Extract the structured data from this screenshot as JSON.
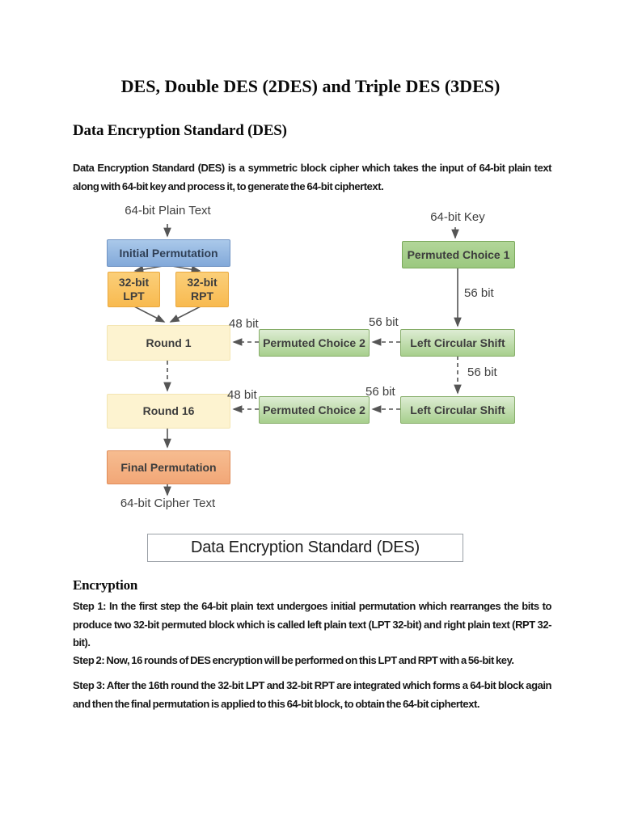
{
  "colors": {
    "page_background": "#ffffff",
    "blue_fill": "#8fb2e0",
    "blue_border": "#7093c3",
    "amber_fill": "#f9c163",
    "amber_border": "#eaa83e",
    "pale_yellow_fill": "#fdf3d0",
    "pale_yellow_border": "#f3e5b2",
    "green_fill": "#aed292",
    "green_border": "#86ad69",
    "salmon_fill": "#f4b183",
    "salmon_border": "#e08d5a",
    "arrow": "#555555",
    "text": "#171717"
  },
  "document": {
    "title": "DES, Double DES (2DES) and Triple DES (3DES)",
    "des_section": {
      "heading": "Data Encryption Standard (DES)",
      "intro_lead": "Data Encryption Standard (DES)",
      "intro_rest": " is a symmetric block cipher which takes the input of 64-bit plain text along with 64-bit key and process it, to generate the 64-bit ciphertext."
    },
    "encryption_section": {
      "heading": "Encryption",
      "steps": [
        {
          "label": "Step 1:",
          "text": " In the first step the 64-bit plain text undergoes initial permutation which rearranges the bits to produce two 32-bit permuted block which is called left plain text (LPT 32-bit) and right plain text (RPT 32-bit)."
        },
        {
          "label": "Step 2:",
          "text": " Now, 16 rounds of DES encryption will be performed on this LPT and RPT with a 56-bit key."
        },
        {
          "label": "Step 3:",
          "text": " After the 16th round the 32-bit LPT and 32-bit RPT are integrated which forms a 64-bit block again and then the final permutation is applied to this 64-bit block, to obtain the 64-bit ciphertext."
        }
      ]
    }
  },
  "diagram": {
    "caption": "Data Encryption Standard (DES)",
    "labels": {
      "plain_text": "64-bit Plain Text",
      "key": "64-bit Key",
      "cipher_text": "64-bit Cipher Text",
      "bit48": "48 bit",
      "bit56": "56 bit"
    },
    "nodes": {
      "initial_permutation": "Initial Permutation",
      "lpt_line1": "32-bit",
      "lpt_line2": "LPT",
      "rpt_line1": "32-bit",
      "rpt_line2": "RPT",
      "round1": "Round 1",
      "round16": "Round 16",
      "final_permutation": "Final Permutation",
      "permuted_choice1": "Permuted Choice 1",
      "permuted_choice2": "Permuted Choice 2",
      "left_circular_shift": "Left Circular Shift"
    }
  }
}
